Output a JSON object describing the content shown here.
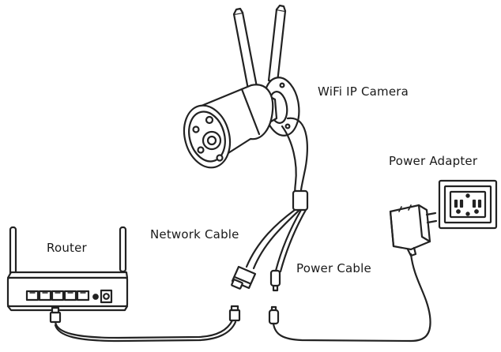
{
  "labels": {
    "camera": "WiFi IP Camera",
    "power_adapter": "Power Adapter",
    "network_cable": "Network Cable",
    "router": "Router",
    "power_cable": "Power Cable"
  },
  "colors": {
    "line": "#222222",
    "fill": "#ffffff"
  }
}
